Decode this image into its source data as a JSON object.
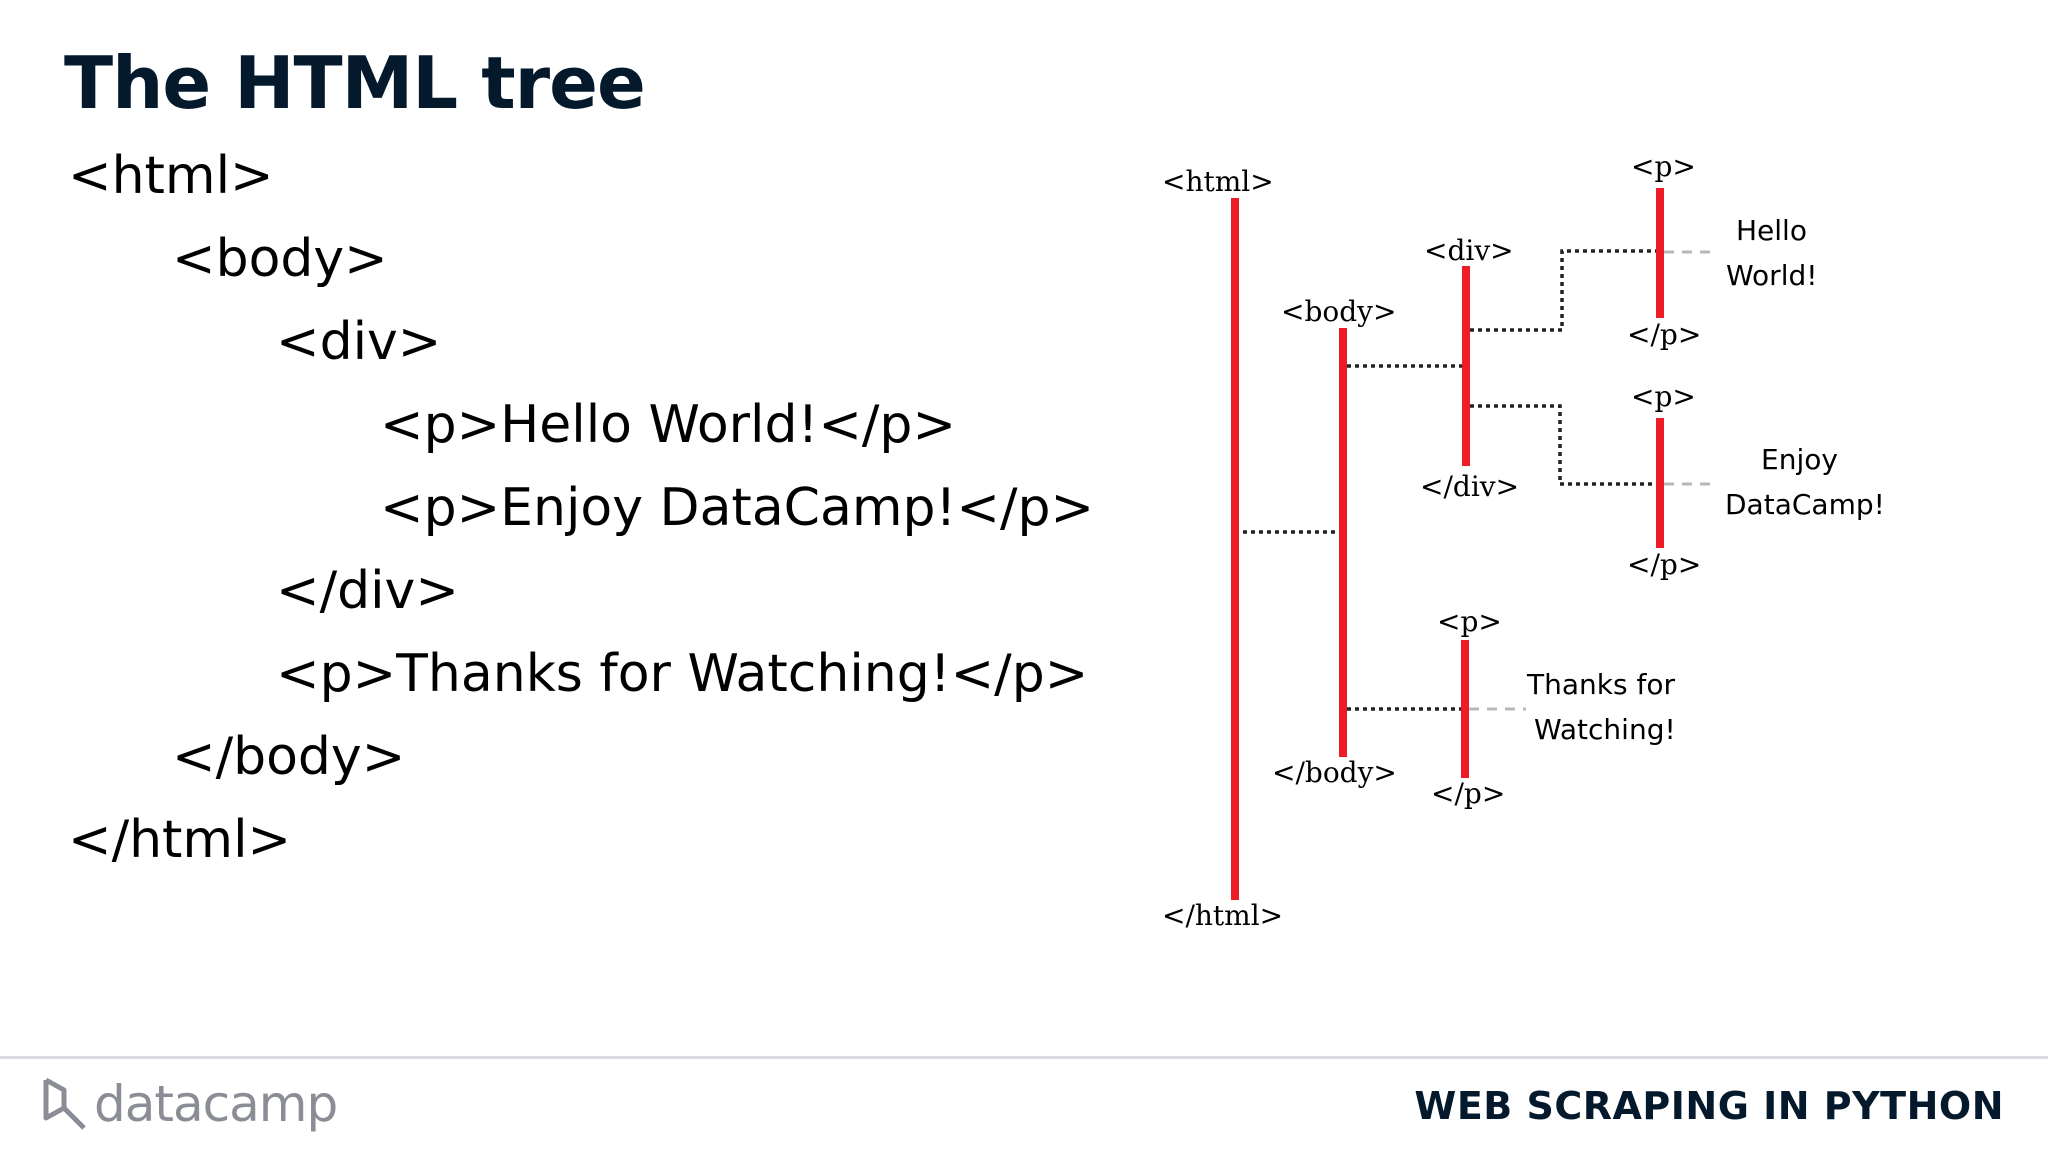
{
  "slide": {
    "title": "The HTML tree"
  },
  "code": {
    "lines": [
      "<html>",
      "<body>",
      "<div>",
      "<p>Hello World!</p>",
      "<p>Enjoy DataCamp!</p>",
      "</div>",
      "<p>Thanks for Watching!</p>",
      "</body>",
      "</html>"
    ]
  },
  "tree": {
    "html_open": "<html>",
    "html_close": "</html>",
    "body_open": "<body>",
    "body_close": "</body>",
    "div_open": "<div>",
    "div_close": "</div>",
    "p1_open": "<p>",
    "p1_close": "</p>",
    "p1_text_line1": "Hello",
    "p1_text_line2": "World!",
    "p2_open": "<p>",
    "p2_close": "</p>",
    "p2_text_line1": "Enjoy",
    "p2_text_line2": "DataCamp!",
    "p3_open": "<p>",
    "p3_close": "</p>",
    "p3_text_line1": "Thanks for",
    "p3_text_line2": "Watching!"
  },
  "colors": {
    "tree_line": "#ee1c25",
    "title": "#05192d",
    "logo_gray": "#8a8d96"
  },
  "footer": {
    "logo_text": "datacamp",
    "course_name": "WEB SCRAPING IN PYTHON"
  }
}
